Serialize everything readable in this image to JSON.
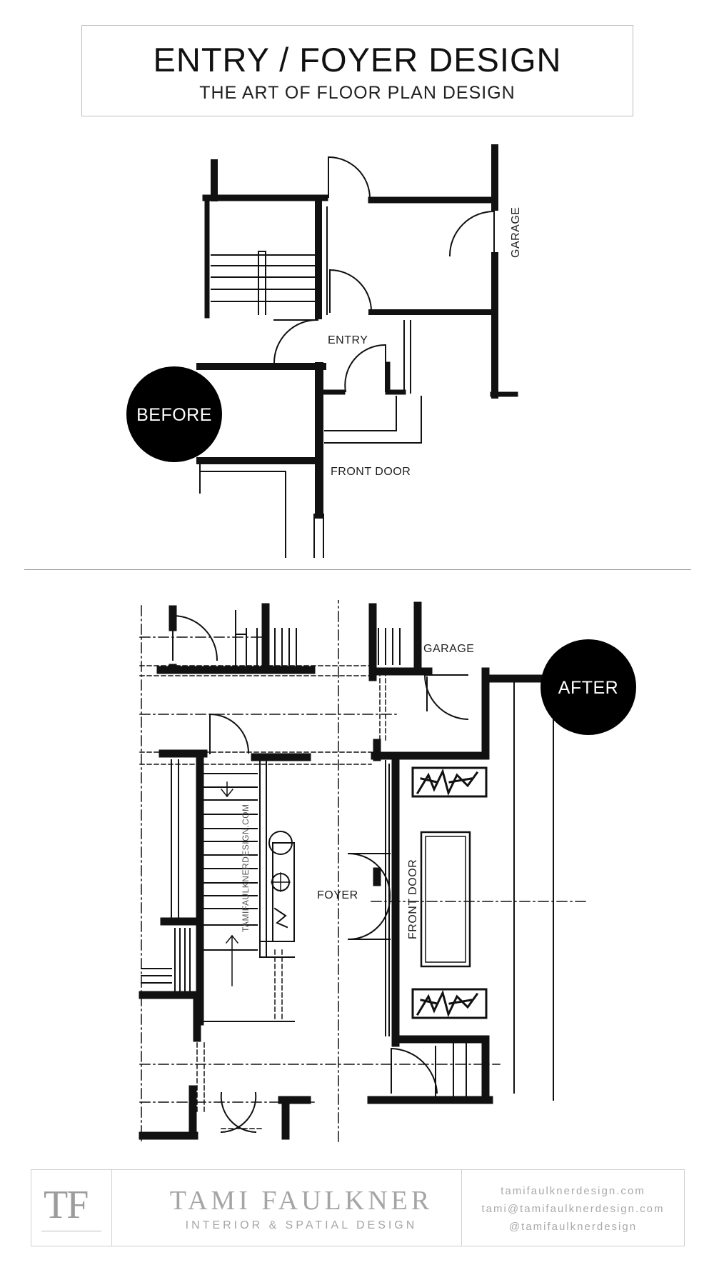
{
  "header": {
    "title": "ENTRY / FOYER DESIGN",
    "subtitle": "THE ART OF FLOOR PLAN DESIGN"
  },
  "before_plan": {
    "badge": "BEFORE",
    "labels": {
      "garage": "GARAGE",
      "entry": "ENTRY",
      "front_door": "FRONT DOOR"
    }
  },
  "after_plan": {
    "badge": "AFTER",
    "labels": {
      "garage": "GARAGE",
      "foyer": "FOYER",
      "front_door": "FRONT DOOR",
      "watermark": "TAMIFAULKNERDESIGN.COM"
    }
  },
  "footer": {
    "logo": "TF",
    "brand_name": "TAMI FAULKNER",
    "brand_tagline": "INTERIOR & SPATIAL DESIGN",
    "contact": {
      "website": "tamifaulknerdesign.com",
      "email": "tami@tamifaulknerdesign.com",
      "social": "@tamifaulknerdesign"
    }
  },
  "colors": {
    "ink": "#111111",
    "badge": "#000000",
    "footer_text": "#a5a5a5"
  }
}
